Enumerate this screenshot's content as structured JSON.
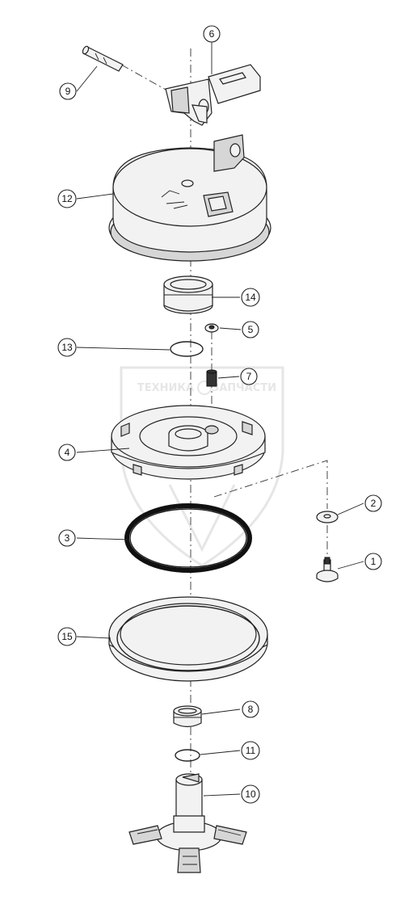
{
  "watermark": {
    "left_word": "ТЕХНИКА",
    "right_word": "ЗАПЧАСТИ",
    "letters": "СФ"
  },
  "callouts": [
    {
      "id": "c6",
      "label": "6"
    },
    {
      "id": "c9",
      "label": "9"
    },
    {
      "id": "c12",
      "label": "12"
    },
    {
      "id": "c14",
      "label": "14"
    },
    {
      "id": "c5",
      "label": "5"
    },
    {
      "id": "c13",
      "label": "13"
    },
    {
      "id": "c7",
      "label": "7"
    },
    {
      "id": "c4",
      "label": "4"
    },
    {
      "id": "c2",
      "label": "2"
    },
    {
      "id": "c3",
      "label": "3"
    },
    {
      "id": "c1",
      "label": "1"
    },
    {
      "id": "c15",
      "label": "15"
    },
    {
      "id": "c8",
      "label": "8"
    },
    {
      "id": "c11",
      "label": "11"
    },
    {
      "id": "c10",
      "label": "10"
    }
  ]
}
